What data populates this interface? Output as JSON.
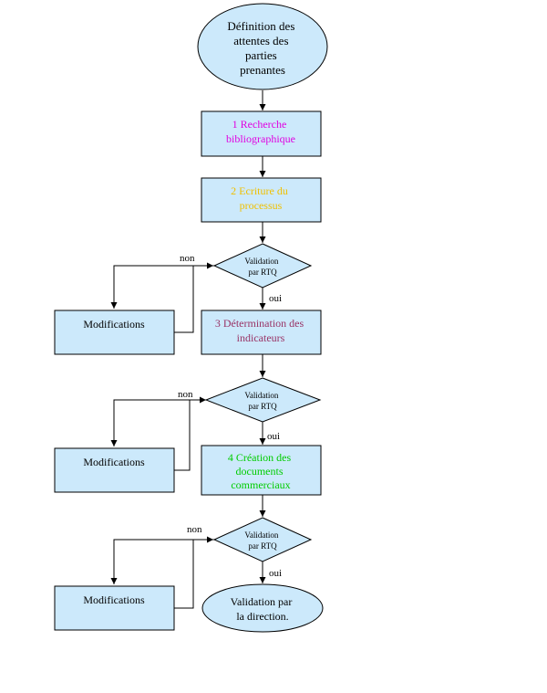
{
  "colors": {
    "node_fill": "#cce9fb",
    "stroke": "#000000",
    "text_default": "#000000",
    "text_step1": "#e000e0",
    "text_step2": "#f0c000",
    "text_step3": "#993366",
    "text_step4": "#00cc00"
  },
  "nodes": {
    "start": {
      "lines": [
        "Définition des",
        "attentes des",
        "parties",
        "prenantes"
      ]
    },
    "step1": {
      "lines": [
        "1 Recherche",
        "bibliographique"
      ]
    },
    "step2": {
      "lines": [
        "2 Ecriture du",
        "processus"
      ]
    },
    "decision1": {
      "lines": [
        "Validation",
        "par RTQ"
      ]
    },
    "step3": {
      "lines": [
        "3 Détermination des",
        "indicateurs"
      ]
    },
    "decision2": {
      "lines": [
        "Validation",
        "par RTQ"
      ]
    },
    "step4": {
      "lines": [
        "4 Création des",
        "documents",
        "commerciaux"
      ]
    },
    "decision3": {
      "lines": [
        "Validation",
        "par RTQ"
      ]
    },
    "end": {
      "lines": [
        "Validation par",
        "la direction."
      ]
    },
    "modif1": {
      "lines": [
        "Modifications"
      ]
    },
    "modif2": {
      "lines": [
        "Modifications"
      ]
    },
    "modif3": {
      "lines": [
        "Modifications"
      ]
    }
  },
  "edge_labels": {
    "non1": "non",
    "oui1": "oui",
    "non2": "non",
    "oui2": "oui",
    "non3": "non",
    "oui3": "oui"
  }
}
